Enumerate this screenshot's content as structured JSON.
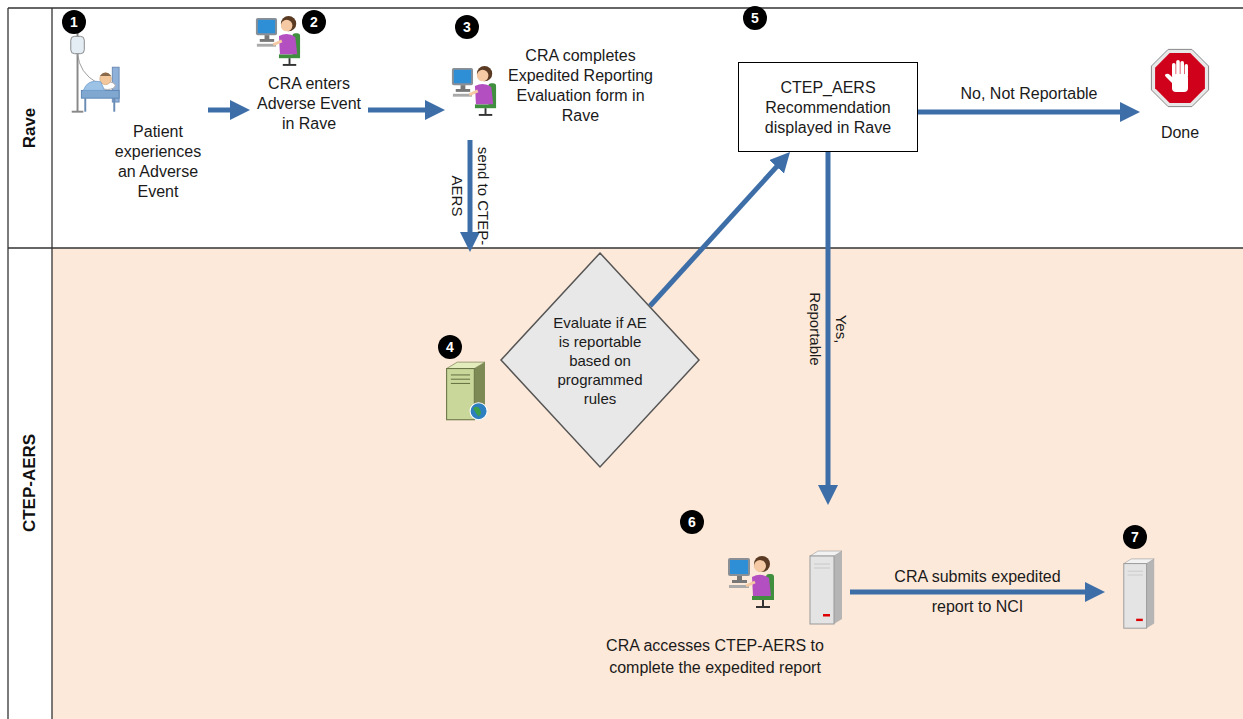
{
  "diagram": {
    "nodes": [
      {
        "text": [
          "Rave"
        ]
      },
      {
        "text": [
          "CTEP-AERS"
        ]
      },
      {
        "text": [
          "1",
          "Patient experiences an Adverse Event"
        ],
        "in": 0
      },
      {
        "text": [
          "2",
          "CRA enters Adverse Event in Rave"
        ],
        "in": 0
      },
      {
        "text": [
          "3",
          "CRA completes Expedited Reporting Evaluation form in Rave"
        ],
        "in": 0
      },
      {
        "text": [
          "5",
          "CTEP_AERS Recommendation displayed in Rave"
        ],
        "in": 0
      },
      {
        "text": [
          "Done"
        ],
        "in": 0
      },
      {
        "text": [
          "4",
          "Evaluate if AE is reportable based on programmed rules"
        ],
        "in": 1
      },
      {
        "text": [
          "6",
          "CRA accesses CTEP-AERS to complete the expedited report"
        ],
        "in": 1
      },
      {
        "text": [
          "7"
        ],
        "in": 1
      }
    ],
    "edges": [
      {
        "from": 2,
        "to": 3,
        "arrow": "to"
      },
      {
        "from": 3,
        "to": 4,
        "arrow": "to"
      },
      {
        "from": 4,
        "to": 7,
        "label": "send to CTEP-AERS",
        "arrow": "to"
      },
      {
        "from": 7,
        "to": 5,
        "arrow": "to"
      },
      {
        "from": 5,
        "to": 6,
        "label": "No, Not Reportable",
        "arrow": "to"
      },
      {
        "from": 5,
        "to": 8,
        "label": "Yes, Reportable",
        "arrow": "to"
      },
      {
        "from": 8,
        "to": 9,
        "label": "CRA submits expedited report to NCI",
        "arrow": "to"
      }
    ]
  }
}
